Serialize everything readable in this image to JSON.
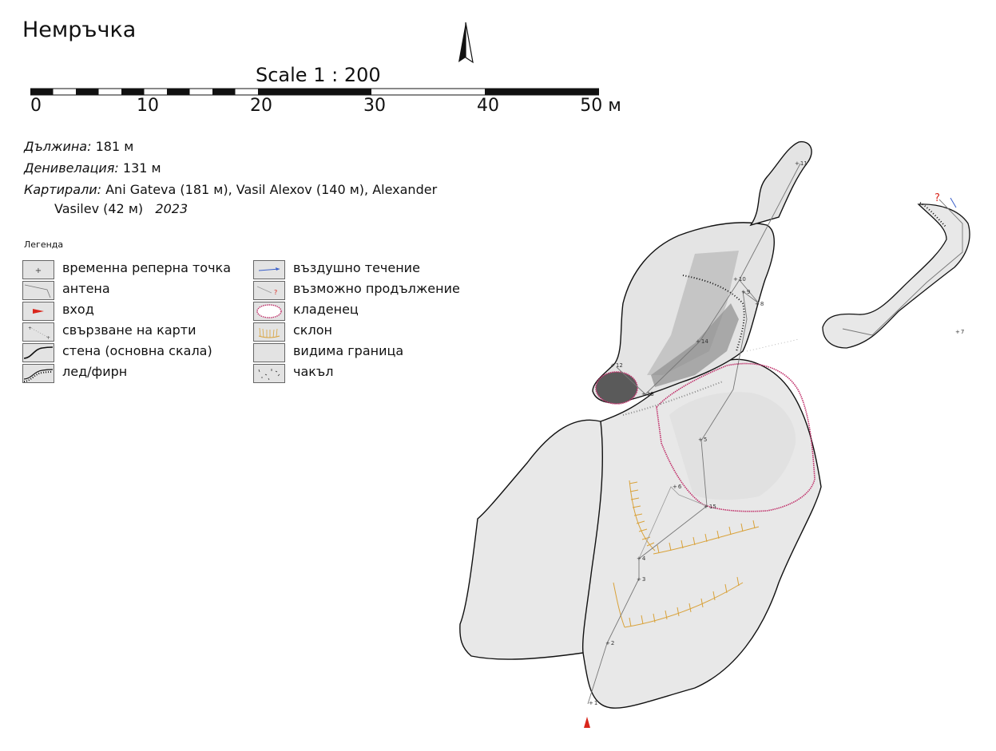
{
  "title": "Немръчка",
  "scale_title": "Scale 1 : 200",
  "scale_labels": [
    "0",
    "10",
    "20",
    "30",
    "40",
    "50 м"
  ],
  "info": {
    "length_label": "Дължина:",
    "length_value": "181 м",
    "depth_label": "Денивелация:",
    "depth_value": "131 м",
    "surveyors_label": "Картирали:",
    "surveyors_line1": "Ani Gateva (181 м),  Vasil Alexov (140 м),  Alexander",
    "surveyors_line2": "Vasilev (42 м)",
    "year": "2023"
  },
  "legend": {
    "title": "Легенда",
    "items": [
      {
        "label": "временна реперна точка",
        "icon": "station-icon"
      },
      {
        "label": "антена",
        "icon": "antenna-icon"
      },
      {
        "label": "вход",
        "icon": "entrance-icon"
      },
      {
        "label": "свързване на карти",
        "icon": "map-connection-icon"
      },
      {
        "label": "стена (основна скала)",
        "icon": "wall-icon"
      },
      {
        "label": "лед/фирн",
        "icon": "ice-icon"
      },
      {
        "label": "въздушно течение",
        "icon": "air-draught-icon"
      },
      {
        "label": "възможно продължение",
        "icon": "continuation-icon"
      },
      {
        "label": "кладенец",
        "icon": "pit-icon"
      },
      {
        "label": "склон",
        "icon": "slope-icon"
      },
      {
        "label": "видима граница",
        "icon": "visible-border-icon"
      },
      {
        "label": "чакъл",
        "icon": "debris-icon"
      }
    ]
  },
  "stations": [
    "1",
    "2",
    "3",
    "4",
    "5",
    "6",
    "7",
    "8",
    "9",
    "10",
    "11",
    "12",
    "13",
    "14",
    "15"
  ],
  "colors": {
    "passage_fill": "#e6e6e6",
    "dark_fill": "#555555",
    "pit_outline": "#c0306a",
    "slope": "#d9a23a",
    "entrance": "#d9261c",
    "air_draught": "#3a5fc9"
  }
}
